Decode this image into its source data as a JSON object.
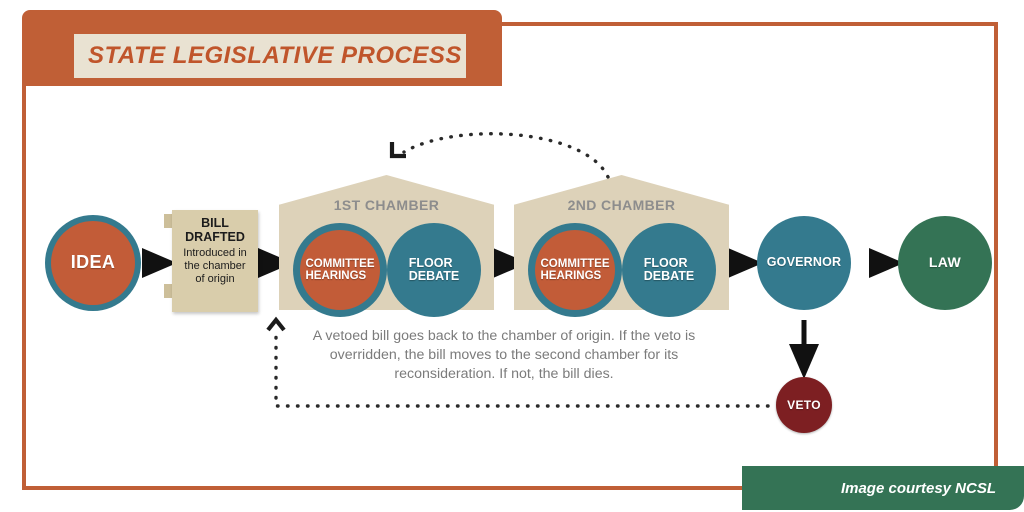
{
  "title": {
    "text": "STATE LEGISLATIVE PROCESS"
  },
  "credit": {
    "text": "Image courtesy NCSL"
  },
  "nodes": {
    "idea": {
      "label": "IDEA"
    },
    "bill": {
      "title": "BILL\nDRAFTED",
      "subtitle": "Introduced in\nthe chamber\nof origin"
    },
    "chamber1": {
      "label": "1ST CHAMBER",
      "committee": "COMMITTEE\nHEARINGS",
      "floor": "FLOOR\nDEBATE"
    },
    "chamber2": {
      "label": "2ND CHAMBER",
      "committee": "COMMITTEE\nHEARINGS",
      "floor": "FLOOR\nDEBATE"
    },
    "governor": {
      "label": "GOVERNOR"
    },
    "law": {
      "label": "LAW"
    },
    "veto": {
      "label": "VETO"
    }
  },
  "caption": {
    "text": "A vetoed bill goes back to the chamber of origin. If the veto is overridden, the bill moves to the second chamber for its reconsideration. If not, the bill dies."
  },
  "colors": {
    "frame_orange": "#c05f36",
    "banner_beige": "#e9e2d2",
    "teal": "#347a8e",
    "orange": "#c25c38",
    "green": "#347355",
    "dark_red": "#7d1f22",
    "house_beige": "#ddd2b9",
    "doc_beige": "#d9cdab",
    "caption_gray": "#7b7b7b",
    "arrow_black": "#111111"
  },
  "flow": {
    "sequence": [
      "IDEA",
      "BILL DRAFTED",
      "1ST CHAMBER",
      "2ND CHAMBER",
      "GOVERNOR",
      "LAW"
    ],
    "branch": "GOVERNOR -> VETO",
    "feedback_arc": "2ND CHAMBER -> 1ST CHAMBER",
    "feedback_dotted": "VETO -> chamber of origin"
  }
}
